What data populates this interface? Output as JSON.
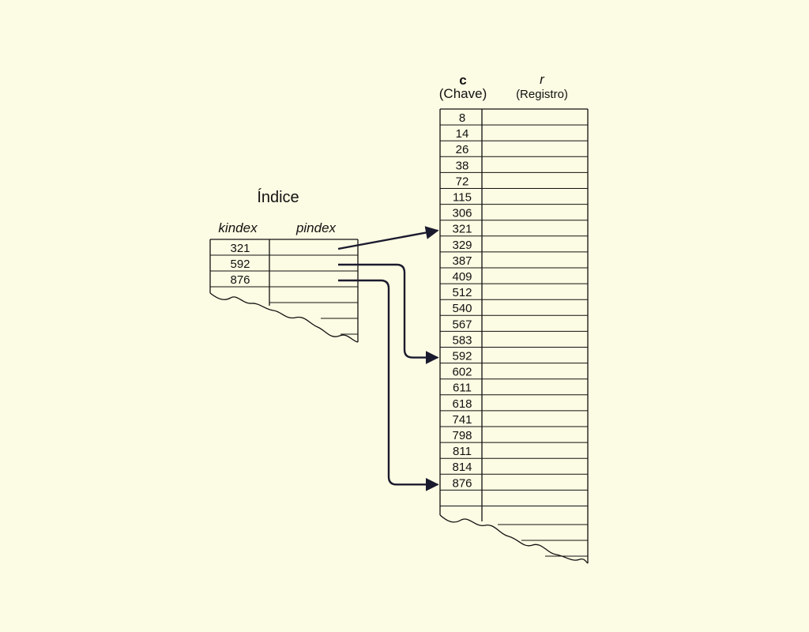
{
  "index_table": {
    "title": "Índice",
    "col_key_label": "kindex",
    "col_ptr_label": "pindex",
    "keys": [
      "321",
      "592",
      "876"
    ]
  },
  "data_table": {
    "col_key_title": "c",
    "col_key_subtitle": "(Chave)",
    "col_rec_title": "r",
    "col_rec_subtitle": "(Registro)",
    "keys": [
      "8",
      "14",
      "26",
      "38",
      "72",
      "115",
      "306",
      "321",
      "329",
      "387",
      "409",
      "512",
      "540",
      "567",
      "583",
      "592",
      "602",
      "611",
      "618",
      "741",
      "798",
      "811",
      "814",
      "876"
    ]
  },
  "pointers": [
    {
      "from": "321",
      "to": "321"
    },
    {
      "from": "592",
      "to": "592"
    },
    {
      "from": "876",
      "to": "876"
    }
  ]
}
